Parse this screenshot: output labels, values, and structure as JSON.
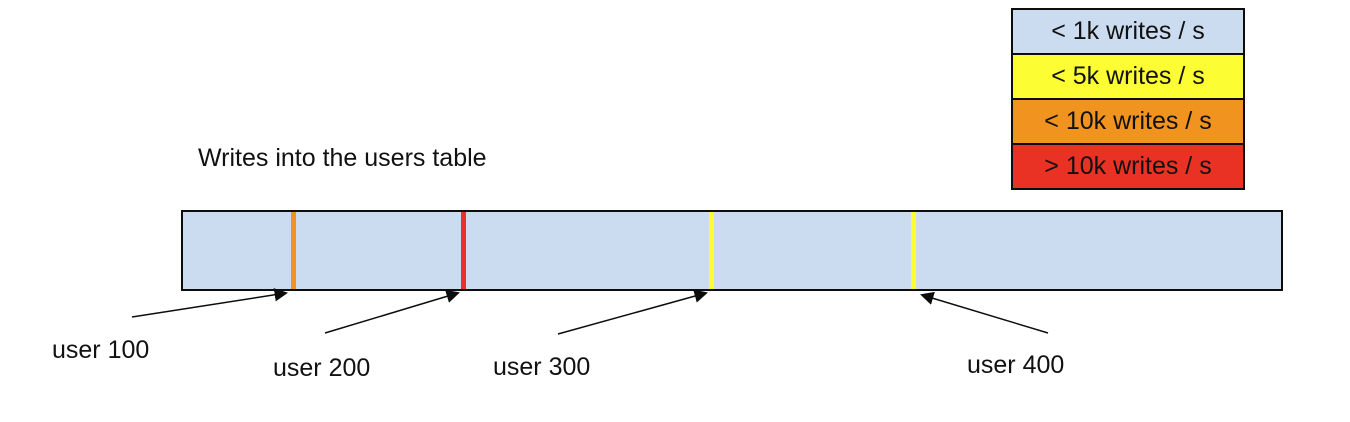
{
  "title": "Writes into the users table",
  "colors": {
    "bar_fill": "#ccdcf0",
    "border": "#0d0d0d",
    "lt_1k": "#ccdcf0",
    "lt_5k": "#fdfd33",
    "lt_10k": "#f0941f",
    "gt_10k": "#e93223"
  },
  "legend": {
    "items": [
      {
        "label": "< 1k writes / s",
        "color": "#ccdcf0"
      },
      {
        "label": "< 5k writes / s",
        "color": "#fdfd33"
      },
      {
        "label": "< 10k writes / s",
        "color": "#f0941f"
      },
      {
        "label": "> 10k writes / s",
        "color": "#e93223"
      }
    ]
  },
  "markers": [
    {
      "label": "user 100",
      "rate": "< 10k writes / s",
      "color": "#f0941f"
    },
    {
      "label": "user 200",
      "rate": "> 10k writes / s",
      "color": "#e93223"
    },
    {
      "label": "user 300",
      "rate": "< 5k writes / s",
      "color": "#fdfd33"
    },
    {
      "label": "user 400",
      "rate": "< 5k writes / s",
      "color": "#fdfd33"
    }
  ]
}
